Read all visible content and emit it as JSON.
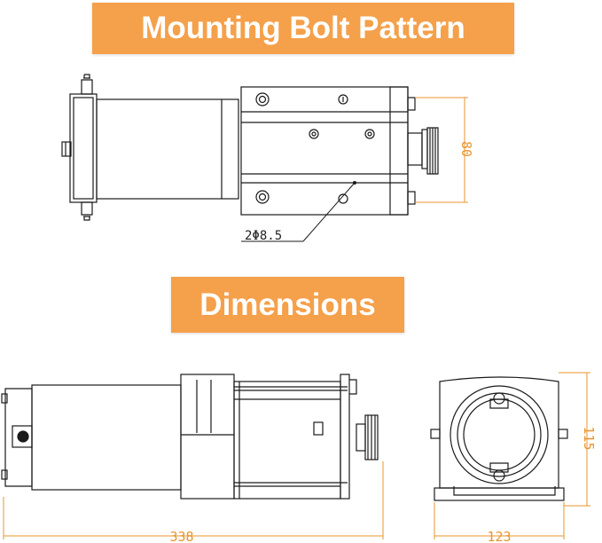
{
  "titles": {
    "mounting": "Mounting Bolt Pattern",
    "dimensions": "Dimensions"
  },
  "dimensions": {
    "bolt_hole": "2Φ8.5",
    "bolt_spacing": "80",
    "length": "338",
    "width": "123",
    "height": "115"
  },
  "colors": {
    "banner": "#f5a04a",
    "dimension_line": "#e8962e",
    "drawing_line": "#1a1a1a"
  }
}
